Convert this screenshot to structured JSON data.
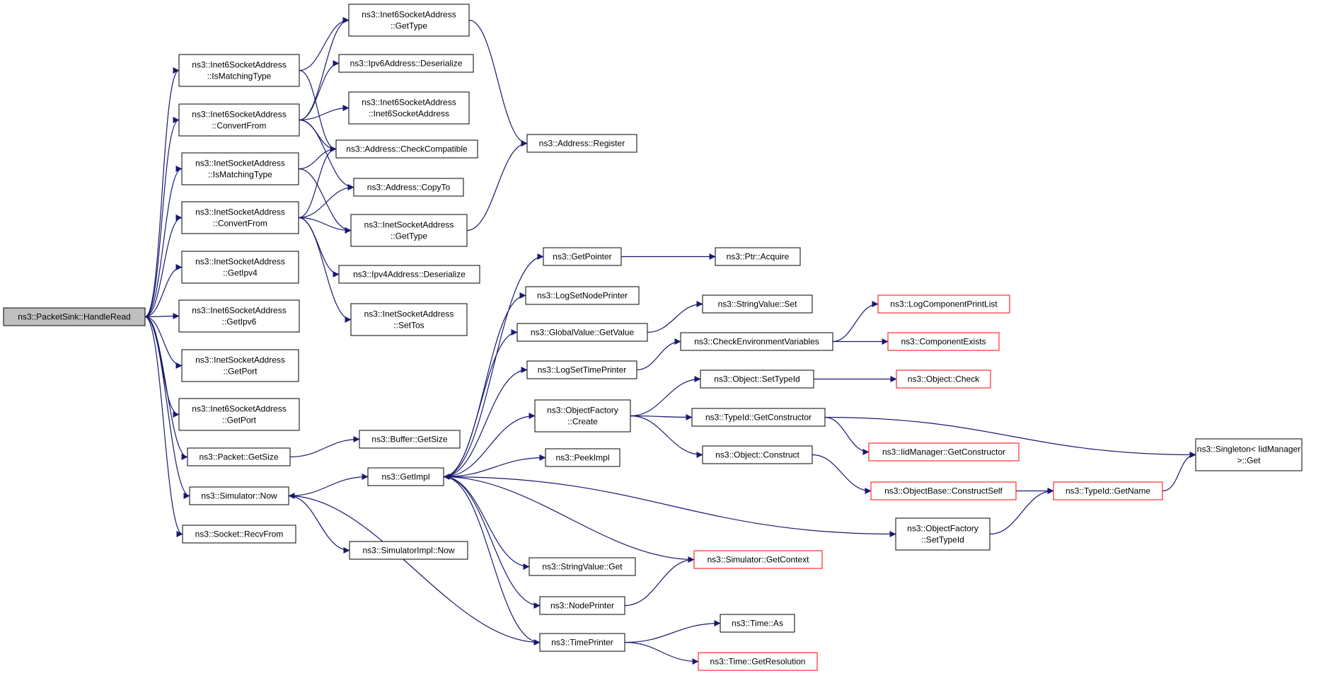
{
  "colors": {
    "edge": "#191970",
    "node_border": "#000000",
    "truncated_border": "#ff0000",
    "root_fill": "#bfbfbf",
    "node_fill": "#ffffff"
  },
  "nodes": [
    {
      "id": "root",
      "lines": [
        "ns3::PacketSink::HandleRead"
      ],
      "style": "root"
    },
    {
      "id": "i6_ismatching",
      "lines": [
        "ns3::Inet6SocketAddress",
        "::IsMatchingType"
      ],
      "style": "normal"
    },
    {
      "id": "i6_convertfrom",
      "lines": [
        "ns3::Inet6SocketAddress",
        "::ConvertFrom"
      ],
      "style": "normal"
    },
    {
      "id": "i_ismatching",
      "lines": [
        "ns3::InetSocketAddress",
        "::IsMatchingType"
      ],
      "style": "normal"
    },
    {
      "id": "i_convertfrom",
      "lines": [
        "ns3::InetSocketAddress",
        "::ConvertFrom"
      ],
      "style": "normal"
    },
    {
      "id": "i_getipv4",
      "lines": [
        "ns3::InetSocketAddress",
        "::GetIpv4"
      ],
      "style": "normal"
    },
    {
      "id": "i6_getipv6",
      "lines": [
        "ns3::Inet6SocketAddress",
        "::GetIpv6"
      ],
      "style": "normal"
    },
    {
      "id": "i_getport",
      "lines": [
        "ns3::InetSocketAddress",
        "::GetPort"
      ],
      "style": "normal"
    },
    {
      "id": "i6_getport",
      "lines": [
        "ns3::Inet6SocketAddress",
        "::GetPort"
      ],
      "style": "normal"
    },
    {
      "id": "packet_getsize",
      "lines": [
        "ns3::Packet::GetSize"
      ],
      "style": "normal"
    },
    {
      "id": "sim_now",
      "lines": [
        "ns3::Simulator::Now"
      ],
      "style": "normal"
    },
    {
      "id": "socket_recvfrom",
      "lines": [
        "ns3::Socket::RecvFrom"
      ],
      "style": "normal"
    },
    {
      "id": "i6_gettype",
      "lines": [
        "ns3::Inet6SocketAddress",
        "::GetType"
      ],
      "style": "normal"
    },
    {
      "id": "ipv6_deserialize",
      "lines": [
        "ns3::Ipv6Address::Deserialize"
      ],
      "style": "normal"
    },
    {
      "id": "i6_ctor",
      "lines": [
        "ns3::Inet6SocketAddress",
        "::Inet6SocketAddress"
      ],
      "style": "normal"
    },
    {
      "id": "addr_checkcompat",
      "lines": [
        "ns3::Address::CheckCompatible"
      ],
      "style": "normal"
    },
    {
      "id": "addr_copyto",
      "lines": [
        "ns3::Address::CopyTo"
      ],
      "style": "normal"
    },
    {
      "id": "i_gettype",
      "lines": [
        "ns3::InetSocketAddress",
        "::GetType"
      ],
      "style": "normal"
    },
    {
      "id": "ipv4_deserialize",
      "lines": [
        "ns3::Ipv4Address::Deserialize"
      ],
      "style": "normal"
    },
    {
      "id": "i_settos",
      "lines": [
        "ns3::InetSocketAddress",
        "::SetTos"
      ],
      "style": "normal"
    },
    {
      "id": "buffer_getsize",
      "lines": [
        "ns3::Buffer::GetSize"
      ],
      "style": "normal"
    },
    {
      "id": "getimpl",
      "lines": [
        "ns3::GetImpl"
      ],
      "style": "normal"
    },
    {
      "id": "simimpl_now",
      "lines": [
        "ns3::SimulatorImpl::Now"
      ],
      "style": "normal"
    },
    {
      "id": "addr_register",
      "lines": [
        "ns3::Address::Register"
      ],
      "style": "normal"
    },
    {
      "id": "getpointer",
      "lines": [
        "ns3::GetPointer"
      ],
      "style": "normal"
    },
    {
      "id": "logsetnodeprinter",
      "lines": [
        "ns3::LogSetNodePrinter"
      ],
      "style": "normal"
    },
    {
      "id": "globalvalue_getvalue",
      "lines": [
        "ns3::GlobalValue::GetValue"
      ],
      "style": "normal"
    },
    {
      "id": "logsettimeprinter",
      "lines": [
        "ns3::LogSetTimePrinter"
      ],
      "style": "normal"
    },
    {
      "id": "objfactory_create",
      "lines": [
        "ns3::ObjectFactory",
        "::Create"
      ],
      "style": "normal"
    },
    {
      "id": "peekimpl",
      "lines": [
        "ns3::PeekImpl"
      ],
      "style": "normal"
    },
    {
      "id": "stringvalue_get",
      "lines": [
        "ns3::StringValue::Get"
      ],
      "style": "normal"
    },
    {
      "id": "nodeprinter",
      "lines": [
        "ns3::NodePrinter"
      ],
      "style": "normal"
    },
    {
      "id": "timeprinter",
      "lines": [
        "ns3::TimePrinter"
      ],
      "style": "normal"
    },
    {
      "id": "ptr_acquire",
      "lines": [
        "ns3::Ptr::Acquire"
      ],
      "style": "normal"
    },
    {
      "id": "stringvalue_set",
      "lines": [
        "ns3::StringValue::Set"
      ],
      "style": "normal"
    },
    {
      "id": "checkenv",
      "lines": [
        "ns3::CheckEnvironmentVariables"
      ],
      "style": "normal"
    },
    {
      "id": "obj_settypeid",
      "lines": [
        "ns3::Object::SetTypeId"
      ],
      "style": "normal"
    },
    {
      "id": "typeid_getctor",
      "lines": [
        "ns3::TypeId::GetConstructor"
      ],
      "style": "normal"
    },
    {
      "id": "obj_construct",
      "lines": [
        "ns3::Object::Construct"
      ],
      "style": "normal"
    },
    {
      "id": "sim_getcontext",
      "lines": [
        "ns3::Simulator::GetContext"
      ],
      "style": "truncated"
    },
    {
      "id": "objfactory_settypeid",
      "lines": [
        "ns3::ObjectFactory",
        "::SetTypeId"
      ],
      "style": "normal"
    },
    {
      "id": "time_as",
      "lines": [
        "ns3::Time::As"
      ],
      "style": "normal"
    },
    {
      "id": "time_getres",
      "lines": [
        "ns3::Time::GetResolution"
      ],
      "style": "truncated"
    },
    {
      "id": "logcompprintlist",
      "lines": [
        "ns3::LogComponentPrintList"
      ],
      "style": "truncated"
    },
    {
      "id": "compexists",
      "lines": [
        "ns3::ComponentExists"
      ],
      "style": "truncated"
    },
    {
      "id": "obj_check",
      "lines": [
        "ns3::Object::Check"
      ],
      "style": "truncated"
    },
    {
      "id": "iidmgr_getctor",
      "lines": [
        "ns3::IidManager::GetConstructor"
      ],
      "style": "truncated"
    },
    {
      "id": "objbase_constructself",
      "lines": [
        "ns3::ObjectBase::ConstructSelf"
      ],
      "style": "truncated"
    },
    {
      "id": "typeid_getname",
      "lines": [
        "ns3::TypeId::GetName"
      ],
      "style": "truncated"
    },
    {
      "id": "singleton_get",
      "lines": [
        "ns3::Singleton< IidManager",
        " >::Get"
      ],
      "style": "normal"
    }
  ],
  "edges": [
    [
      "root",
      "i6_ismatching"
    ],
    [
      "root",
      "i6_convertfrom"
    ],
    [
      "root",
      "i_ismatching"
    ],
    [
      "root",
      "i_convertfrom"
    ],
    [
      "root",
      "i_getipv4"
    ],
    [
      "root",
      "i6_getipv6"
    ],
    [
      "root",
      "i_getport"
    ],
    [
      "root",
      "i6_getport"
    ],
    [
      "root",
      "packet_getsize"
    ],
    [
      "root",
      "sim_now"
    ],
    [
      "root",
      "socket_recvfrom"
    ],
    [
      "i6_ismatching",
      "i6_gettype"
    ],
    [
      "i6_ismatching",
      "addr_checkcompat"
    ],
    [
      "i6_convertfrom",
      "i6_gettype"
    ],
    [
      "i6_convertfrom",
      "ipv6_deserialize"
    ],
    [
      "i6_convertfrom",
      "i6_ctor"
    ],
    [
      "i6_convertfrom",
      "addr_checkcompat"
    ],
    [
      "i6_convertfrom",
      "addr_copyto"
    ],
    [
      "i_ismatching",
      "addr_checkcompat"
    ],
    [
      "i_ismatching",
      "i_gettype"
    ],
    [
      "i_convertfrom",
      "addr_checkcompat"
    ],
    [
      "i_convertfrom",
      "addr_copyto"
    ],
    [
      "i_convertfrom",
      "i_gettype"
    ],
    [
      "i_convertfrom",
      "ipv4_deserialize"
    ],
    [
      "i_convertfrom",
      "i_settos"
    ],
    [
      "i6_gettype",
      "addr_register"
    ],
    [
      "i_gettype",
      "addr_register"
    ],
    [
      "packet_getsize",
      "buffer_getsize"
    ],
    [
      "sim_now",
      "getimpl"
    ],
    [
      "sim_now",
      "simimpl_now"
    ],
    [
      "getimpl",
      "getpointer"
    ],
    [
      "getimpl",
      "logsetnodeprinter"
    ],
    [
      "getimpl",
      "globalvalue_getvalue"
    ],
    [
      "getimpl",
      "logsettimeprinter"
    ],
    [
      "getimpl",
      "objfactory_create"
    ],
    [
      "getimpl",
      "peekimpl"
    ],
    [
      "getimpl",
      "stringvalue_get"
    ],
    [
      "getimpl",
      "nodeprinter"
    ],
    [
      "getimpl",
      "timeprinter"
    ],
    [
      "getimpl",
      "objfactory_settypeid"
    ],
    [
      "sim_getcontext",
      "getimpl"
    ],
    [
      "timeprinter",
      "sim_now"
    ],
    [
      "getpointer",
      "ptr_acquire"
    ],
    [
      "globalvalue_getvalue",
      "stringvalue_set"
    ],
    [
      "logsettimeprinter",
      "checkenv"
    ],
    [
      "checkenv",
      "logcompprintlist"
    ],
    [
      "checkenv",
      "compexists"
    ],
    [
      "objfactory_create",
      "obj_settypeid"
    ],
    [
      "objfactory_create",
      "typeid_getctor"
    ],
    [
      "objfactory_create",
      "obj_construct"
    ],
    [
      "obj_settypeid",
      "obj_check"
    ],
    [
      "typeid_getctor",
      "iidmgr_getctor"
    ],
    [
      "typeid_getctor",
      "singleton_get"
    ],
    [
      "obj_construct",
      "objbase_constructself"
    ],
    [
      "objbase_constructself",
      "typeid_getname"
    ],
    [
      "typeid_getname",
      "singleton_get"
    ],
    [
      "objfactory_settypeid",
      "typeid_getname"
    ],
    [
      "nodeprinter",
      "sim_getcontext"
    ],
    [
      "timeprinter",
      "time_as"
    ],
    [
      "timeprinter",
      "time_getres"
    ]
  ]
}
